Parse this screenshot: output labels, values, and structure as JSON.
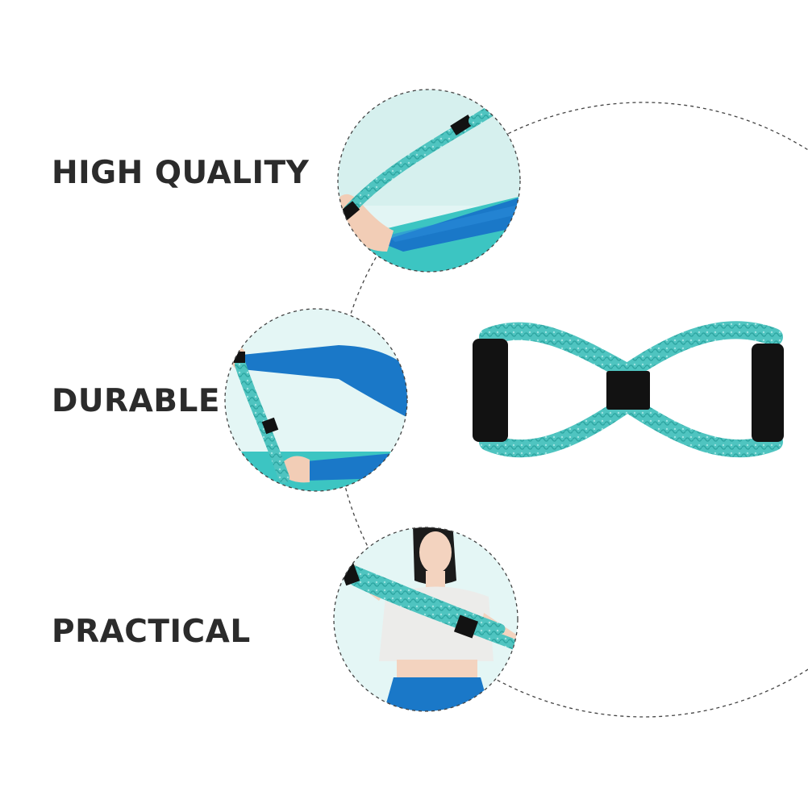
{
  "features": [
    {
      "label": "HIGH QUALITY",
      "photo": "foot-stretch-with-band"
    },
    {
      "label": "DURABLE",
      "photo": "seated-leg-stretch-with-band"
    },
    {
      "label": "PRACTICAL",
      "photo": "woman-arm-stretch-with-band"
    }
  ],
  "product": {
    "item": "figure-eight-resistance-band"
  },
  "colors": {
    "band": "#4fc4c0",
    "band_dark": "#2fa7a3",
    "handle": "#121212",
    "legging_blue": "#1a78c8",
    "mat_teal": "#3cc5c2",
    "background": "#ffffff",
    "text": "#2b2b2b",
    "dashed_line": "#444444"
  }
}
